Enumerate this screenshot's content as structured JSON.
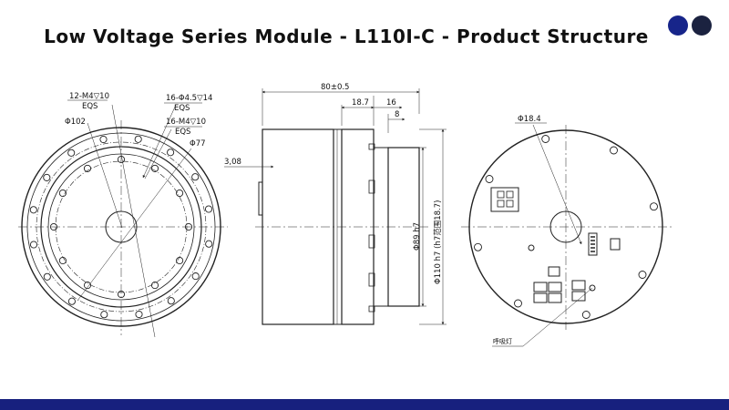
{
  "title": "Low Voltage Series Module - L110I-C - Product Structure",
  "colors": {
    "dot_primary": "#17258a",
    "dot_secondary": "#1b2240",
    "bottom_bar": "#17207e",
    "line": "#222222"
  },
  "front_view": {
    "labels": {
      "thread_12": "12-M4▽10",
      "eqs_1": "EQS",
      "dia_102": "Φ102",
      "holes_16": "16-Φ4.5▽14",
      "eqs_2": "EQS",
      "thread_16": "16-M4▽10",
      "eqs_3": "EQS",
      "dia_77": "Φ77"
    }
  },
  "side_view": {
    "labels": {
      "length_total": "80±0.5",
      "dim_18_7": "18.7",
      "dim_16": "16",
      "dim_8": "8",
      "dim_3_08": "3,08",
      "dia_89": "Φ89 h7",
      "dia_110": "Φ110 h7 (h7范围18.7)"
    }
  },
  "rear_view": {
    "labels": {
      "dia_18_4": "Φ18.4",
      "breathing_light": "呼吸灯"
    }
  }
}
